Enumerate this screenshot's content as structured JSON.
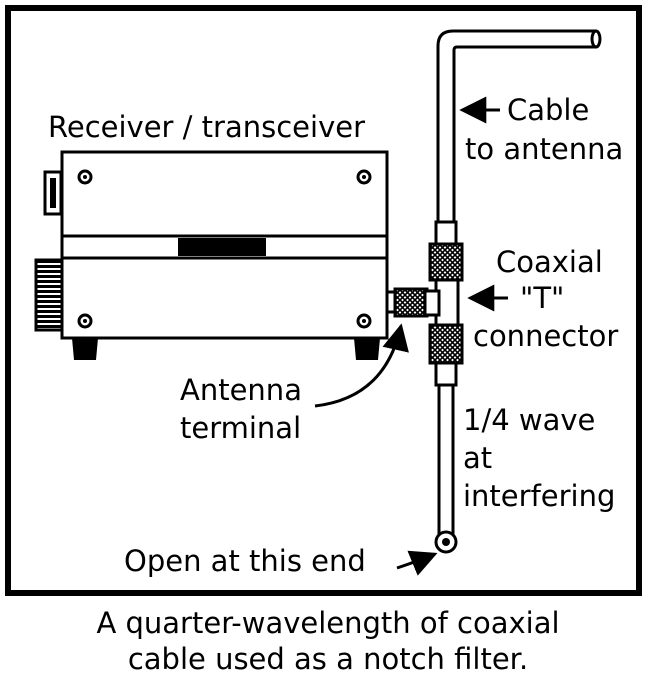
{
  "labels": {
    "receiver": "Receiver / transceiver",
    "cable_line1": "Cable",
    "cable_line2": "to antenna",
    "coax_line1": "Coaxial",
    "coax_line2": "\"T\"",
    "coax_line3": "connector",
    "antenna_line1": "Antenna",
    "antenna_line2": "terminal",
    "wave_line1": "1/4 wave",
    "wave_line2": "at",
    "wave_line3": "interfering",
    "open_end": "Open at this end"
  },
  "caption": {
    "line1": "A quarter-wavelength of coaxial",
    "line2": "cable used as a notch filter."
  }
}
